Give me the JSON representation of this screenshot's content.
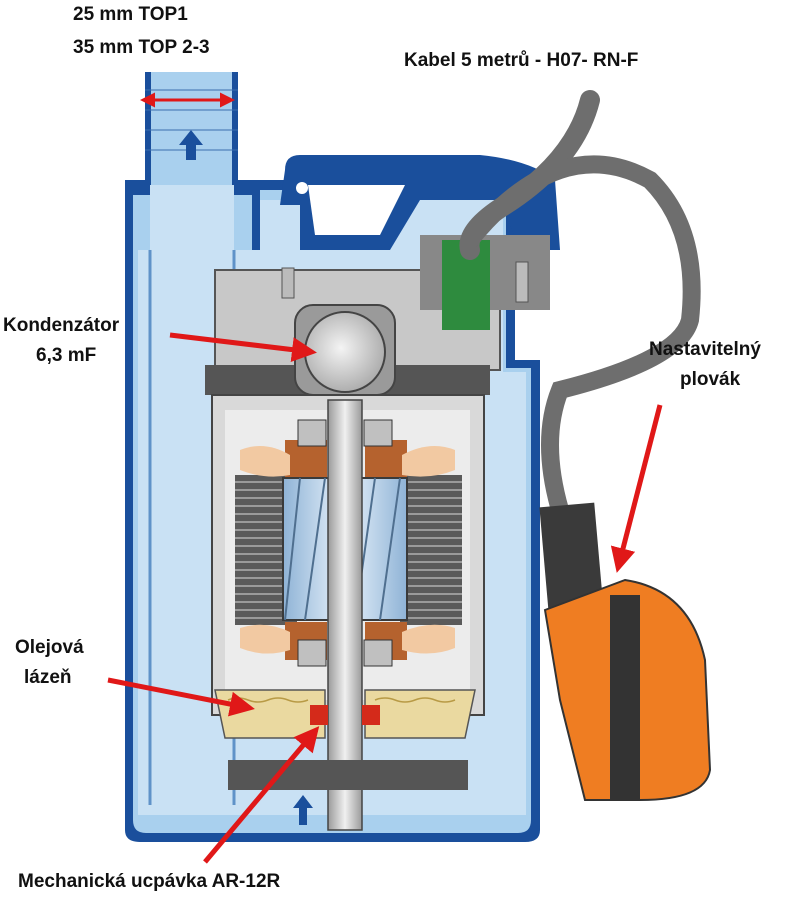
{
  "labels": {
    "outlet_size_top1": "25 mm  TOP1",
    "outlet_size_top23": "35 mm  TOP 2-3",
    "cable": "Kabel 5 metrů - H07- RN-F",
    "capacitor_line1": "Kondenzátor",
    "capacitor_line2": "6,3 mF",
    "float_line1": "Nastavitelný",
    "float_line2": "plovák",
    "oil_line1": "Olejová",
    "oil_line2": "lázeň",
    "seal": "Mechanická ucpávka  AR-12R"
  },
  "colors": {
    "housing_blue": "#1a4f9c",
    "light_blue": "#a9d0ee",
    "pale_blue": "#d4e8f7",
    "gray": "#c8c8c8",
    "dark_gray": "#555555",
    "float_orange": "#ef7d22",
    "capacitor_green": "#2e8b3e",
    "oil": "#ead9a0",
    "copper": "#b5622e",
    "arrow_red": "#e01818"
  }
}
